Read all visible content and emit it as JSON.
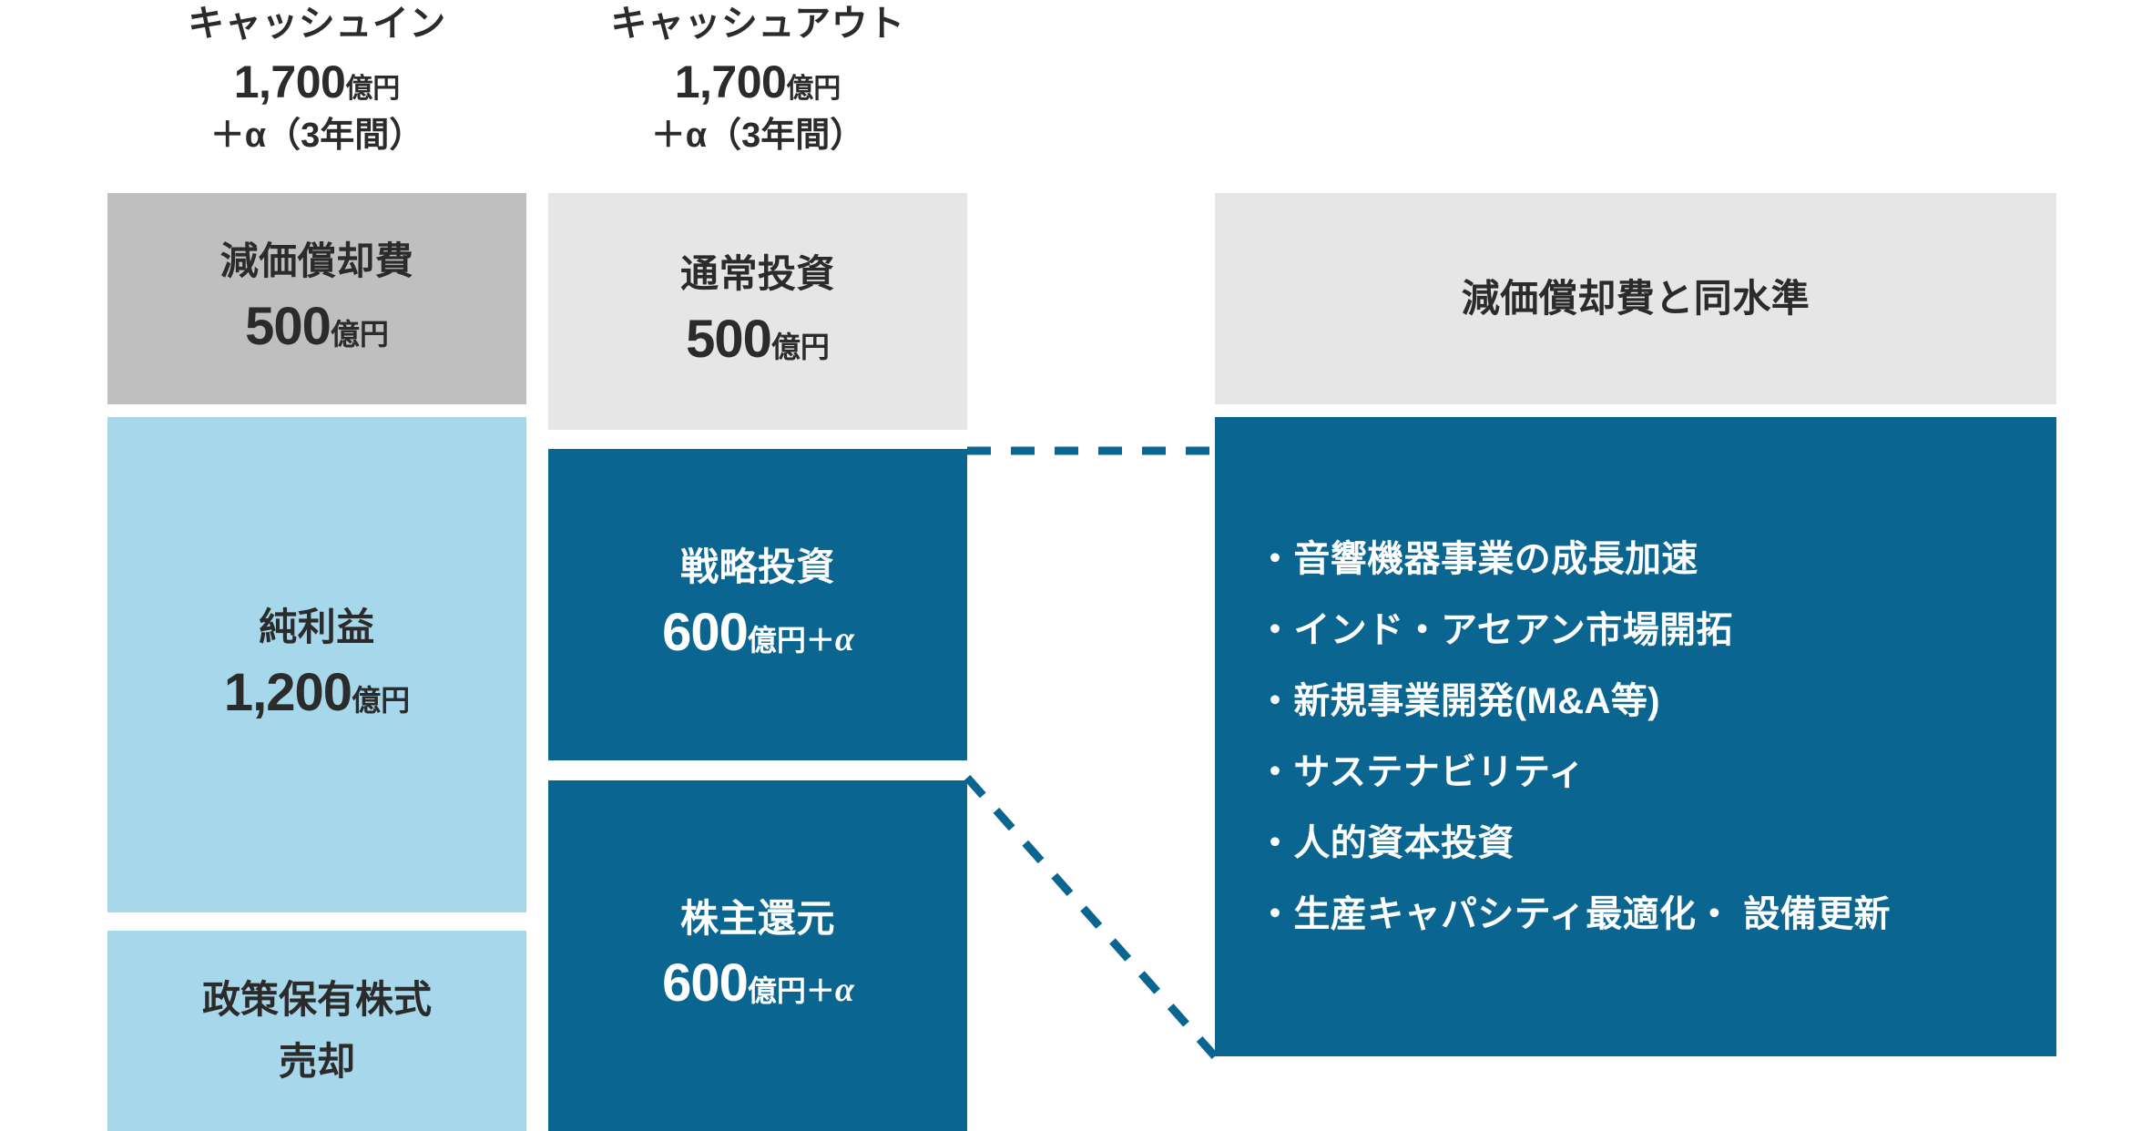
{
  "colors": {
    "dark_blue": "#0a6691",
    "light_blue": "#a7d7ea",
    "mid_gray": "#bfbfbf",
    "light_gray": "#e6e6e6",
    "text_dark": "#2b2b2b",
    "text_light": "#ffffff"
  },
  "headers": {
    "cash_in": {
      "title": "キャッシュイン",
      "amount": "1,700",
      "unit": "億円",
      "note": "＋α（3年間）"
    },
    "cash_out": {
      "title": "キャッシュアウト",
      "amount": "1,700",
      "unit": "億円",
      "note": "＋α（3年間）"
    }
  },
  "cash_in": {
    "depreciation": {
      "title": "減価償却費",
      "amount": "500",
      "unit": "億円"
    },
    "net_profit": {
      "title": "純利益",
      "amount": "1,200",
      "unit": "億円"
    },
    "cross_shareholdings": {
      "line1": "政策保有株式",
      "line2": "売却"
    }
  },
  "cash_out": {
    "regular_investment": {
      "title": "通常投資",
      "amount": "500",
      "unit": "億円"
    },
    "strategic_investment": {
      "title": "戦略投資",
      "amount": "600",
      "unit": "億円＋",
      "alpha": "α"
    },
    "shareholder_return": {
      "title": "株主還元",
      "amount": "600",
      "unit": "億円＋",
      "alpha": "α"
    }
  },
  "detail": {
    "header": "減価償却費と同水準",
    "bullets": [
      "・音響機器事業の成長加速",
      "・インド・アセアン市場開拓",
      "・新規事業開発(M&A等)",
      "・サステナビリティ",
      "・人的資本投資",
      "・生産キャパシティ最適化・ 設備更新"
    ]
  }
}
